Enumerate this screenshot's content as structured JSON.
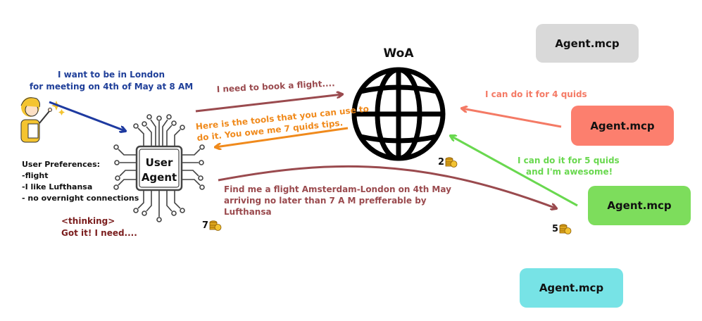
{
  "woa": {
    "title": "WoA"
  },
  "user_request": {
    "line1": "I want to be in London",
    "line2": "for meeting on 4th of May at 8 AM"
  },
  "user_agent": {
    "line1": "User",
    "line2": "Agent"
  },
  "preferences": {
    "title": "User Preferences:",
    "items": [
      "-flight",
      "-I like Lufthansa",
      "- no overnight connections"
    ]
  },
  "thinking": {
    "line1": "<thinking>",
    "line2": "Got it! I need...."
  },
  "messages": {
    "book": "I need to book a flight....",
    "tools_line1": "Here is the tools that you can use to",
    "tools_line2": "do it. You owe me 7 quids tips.",
    "find_line1": "Find me  a flight  Amsterdam-London on 4th May",
    "find_line2": "arriving  no later than 7 A M prefferable by",
    "find_line3": "Lufthansa",
    "offer4": "I can do it  for 4 quids",
    "offer5_line1": "I can do it for 5 quids",
    "offer5_line2": "and I'm awesome!"
  },
  "agents": [
    {
      "label": "Agent.mcp",
      "color": "#d9d9d9"
    },
    {
      "label": "Agent.mcp",
      "color": "#fc7f6e"
    },
    {
      "label": "Agent.mcp",
      "color": "#7ddd5c"
    },
    {
      "label": "Agent.mcp",
      "color": "#77e3e6"
    }
  ],
  "coins": {
    "woa": "2",
    "user_agent": "7",
    "agent_green": "5"
  },
  "colors": {
    "blue_text": "#1f3f99",
    "brown": "#9a4a4e",
    "orange": "#f08a1c",
    "salmon": "#f47a65",
    "green": "#69d84f",
    "dark_red": "#7a1d1d",
    "blue_arrow": "#1e3aa0"
  },
  "icons": {
    "globe": "globe-icon",
    "chip": "chip-icon",
    "person": "person-icon",
    "coin": "coin-stack-icon"
  }
}
